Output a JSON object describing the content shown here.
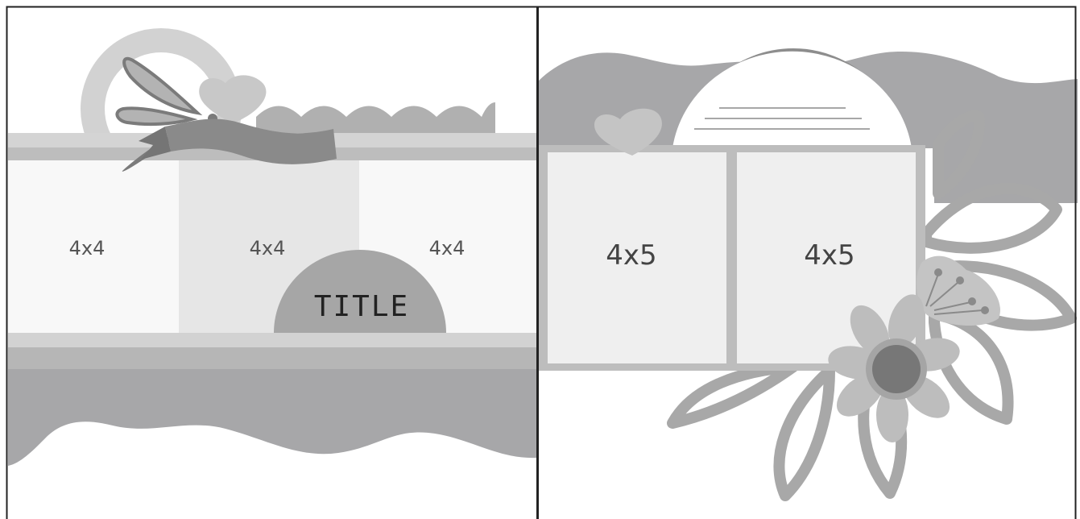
{
  "left_page": {
    "photo_labels": [
      "4x4",
      "4x4",
      "4x4"
    ],
    "title_label": "TITLE"
  },
  "right_page": {
    "photo_labels": [
      "4x5",
      "4x5"
    ]
  },
  "colors": {
    "background": "#ffffff",
    "frame": "#222222",
    "photo_light": "#f8f8f8",
    "photo_mid": "#e8e8e8",
    "photo_right": "#efefef",
    "band_light": "#cfcfcf",
    "band_mid": "#b8b8b8",
    "wave": "#a7a7a9",
    "dark_gray": "#8a8a8a",
    "darker_gray": "#7b7b7b",
    "heart": "#c4c4c4",
    "scallop": "#b0b0b0",
    "ring": "#d2d2d2",
    "flower_center": "#777777",
    "petal": "#b9b9b9",
    "text": "#555555"
  },
  "icons": [
    "dragonfly-icon",
    "heart-icon",
    "ribbon-banner-icon",
    "flower-icon",
    "leaf-outline-icon",
    "seed-bloom-icon"
  ]
}
